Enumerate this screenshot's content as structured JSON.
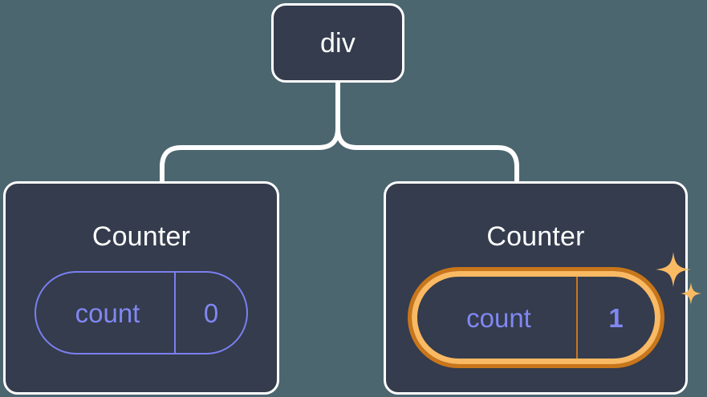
{
  "diagram": {
    "type": "component-tree",
    "background_color": "#4c6670",
    "node_fill_color": "#343c4d",
    "node_border_color": "#ffffff",
    "connector_color": "#ffffff",
    "state_color": "#8187f2",
    "highlight_outer_color": "#c9761a",
    "highlight_inner_color": "#fab963",
    "sparkle_color": "#fab963"
  },
  "root": {
    "label": "div"
  },
  "children": [
    {
      "label": "Counter",
      "state": {
        "key": "count",
        "value": "0"
      },
      "highlighted": false,
      "sparkles": false
    },
    {
      "label": "Counter",
      "state": {
        "key": "count",
        "value": "1"
      },
      "highlighted": true,
      "sparkles": true
    }
  ],
  "edges": [
    {
      "from": "div",
      "to": "Counter (left)"
    },
    {
      "from": "div",
      "to": "Counter (right)"
    }
  ]
}
